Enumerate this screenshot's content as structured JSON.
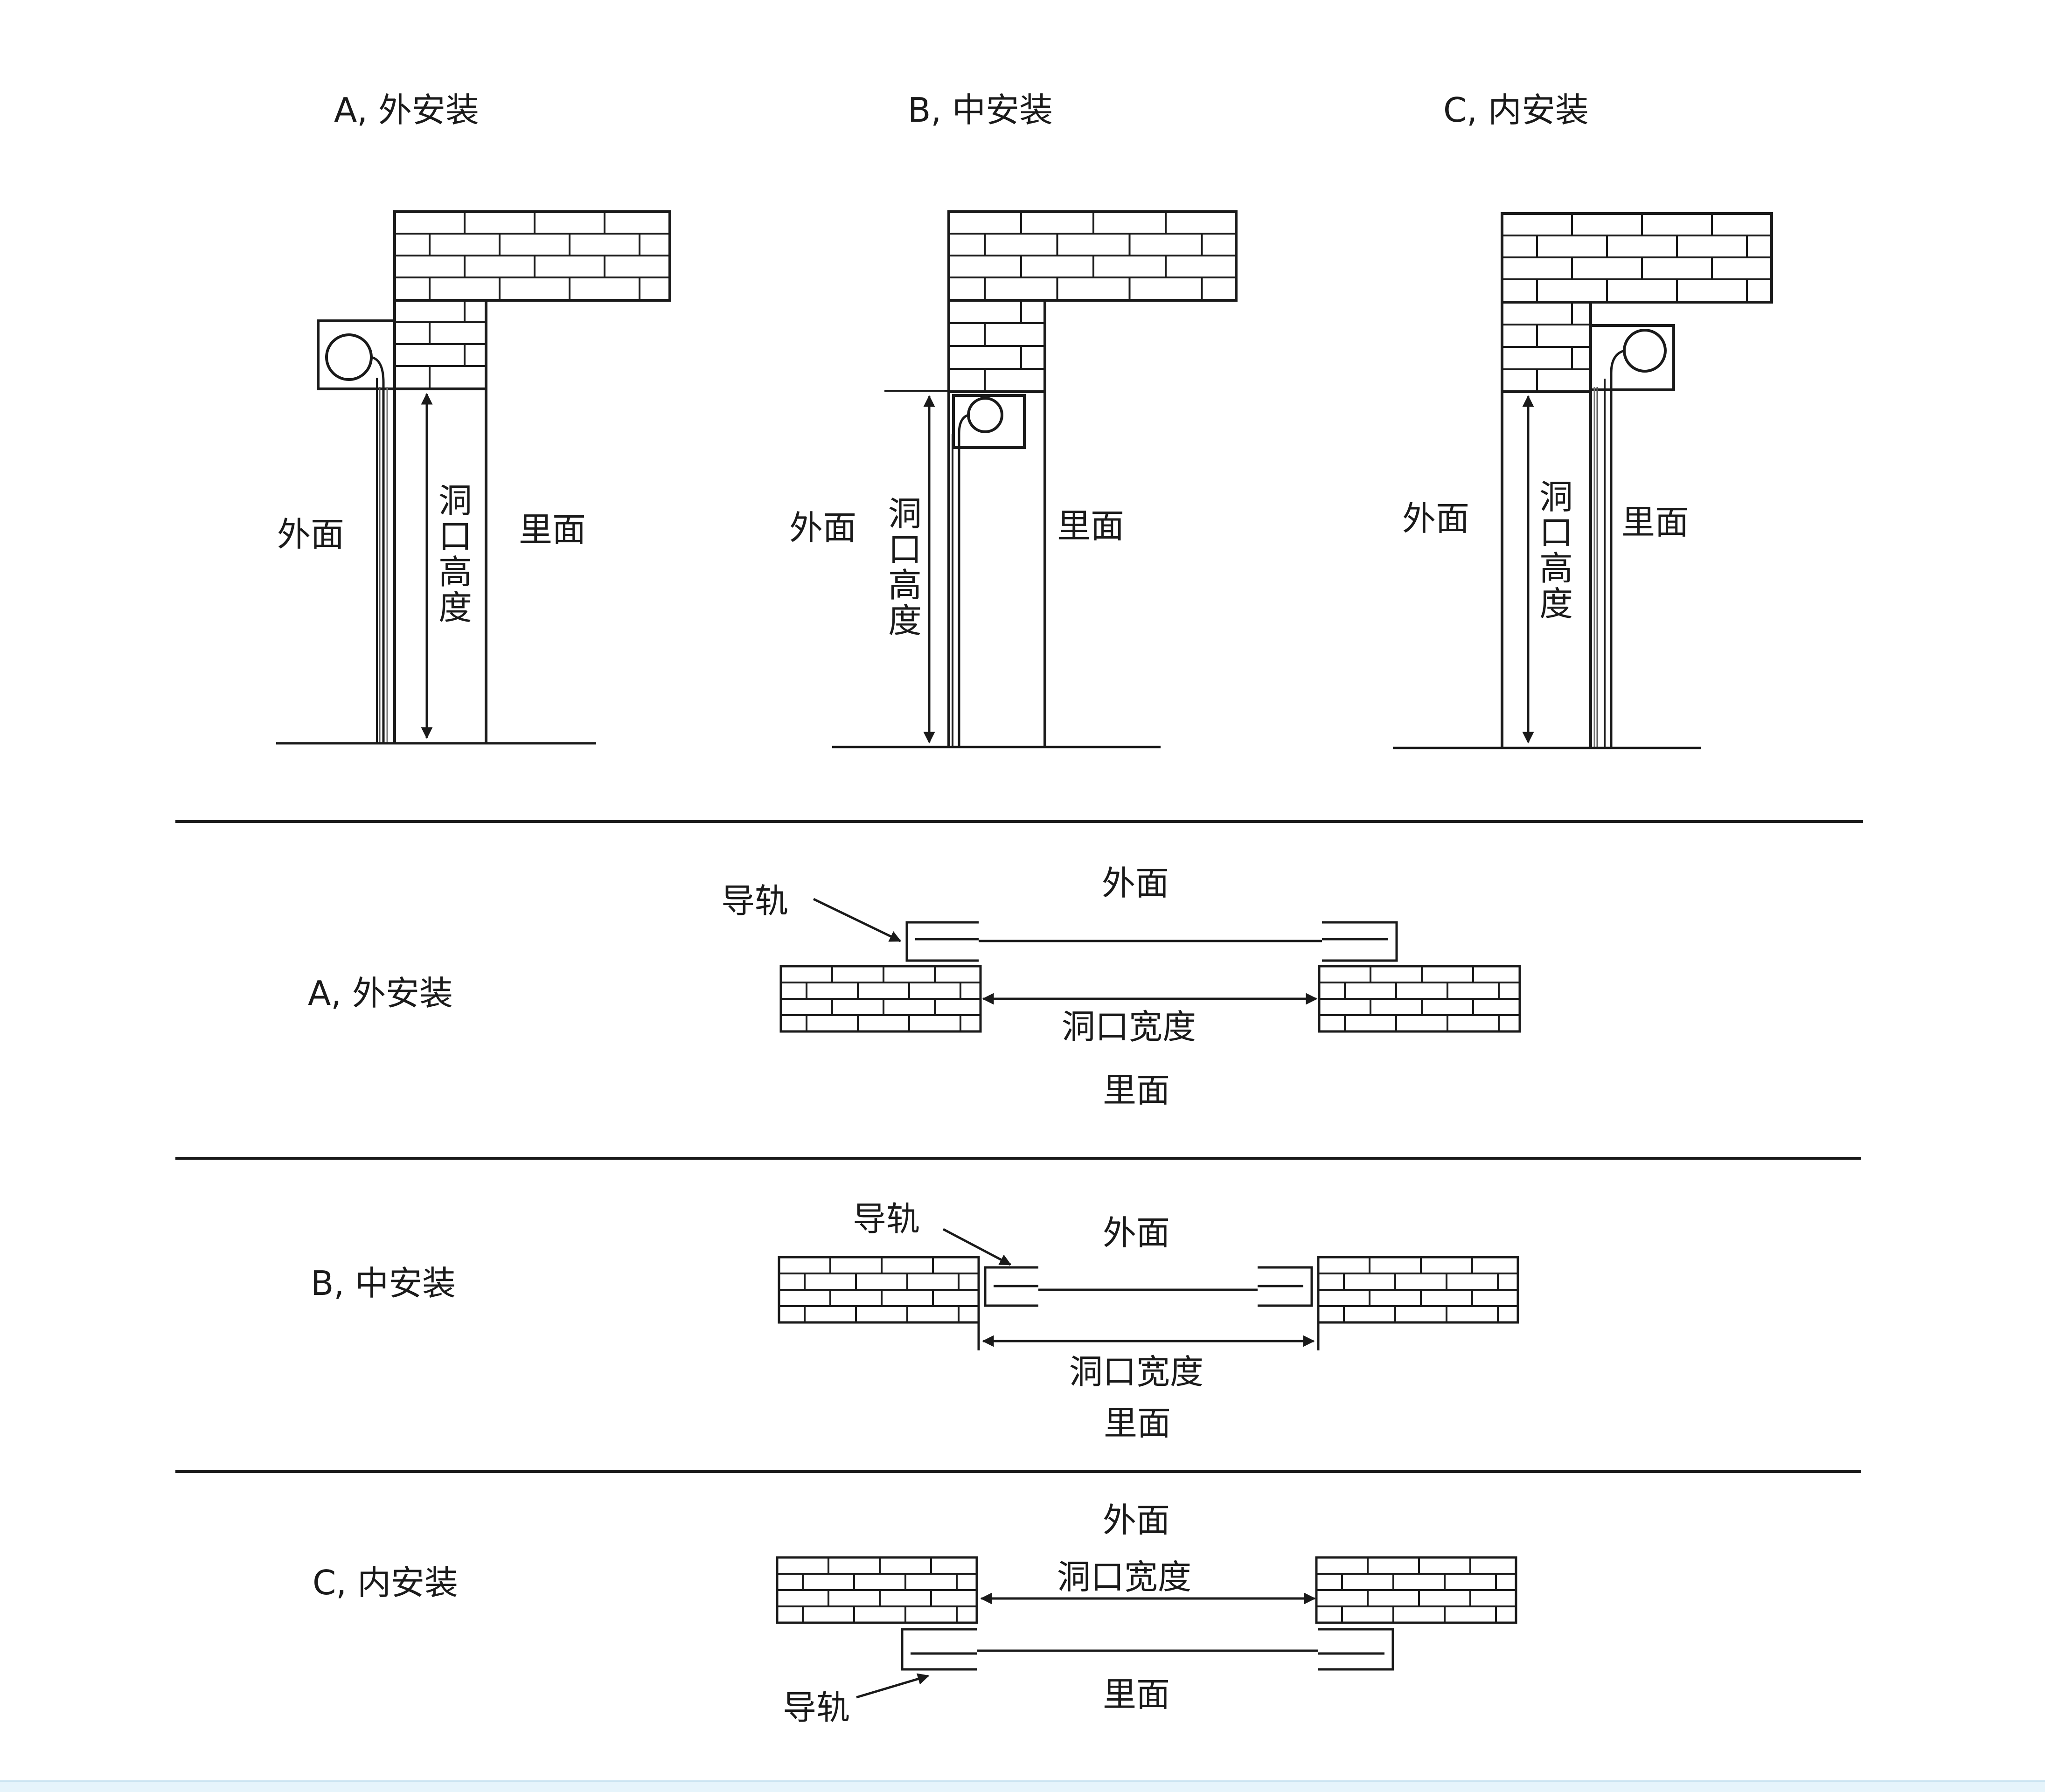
{
  "elevation": {
    "a_title": "A, 外安装",
    "b_title": "B, 中安装",
    "c_title": "C, 内安装",
    "outside": "外面",
    "inside": "里面",
    "opening_height": "洞口高度"
  },
  "plan": {
    "a_title": "A, 外安装",
    "b_title": "B, 中安装",
    "c_title": "C, 内安装",
    "outside": "外面",
    "inside": "里面",
    "opening_width": "洞口宽度",
    "guide_rail": "导轨"
  },
  "colors": {
    "line": "#1a1a1a",
    "brick_fill": "#ffffff",
    "band": "#e6f4fb"
  }
}
